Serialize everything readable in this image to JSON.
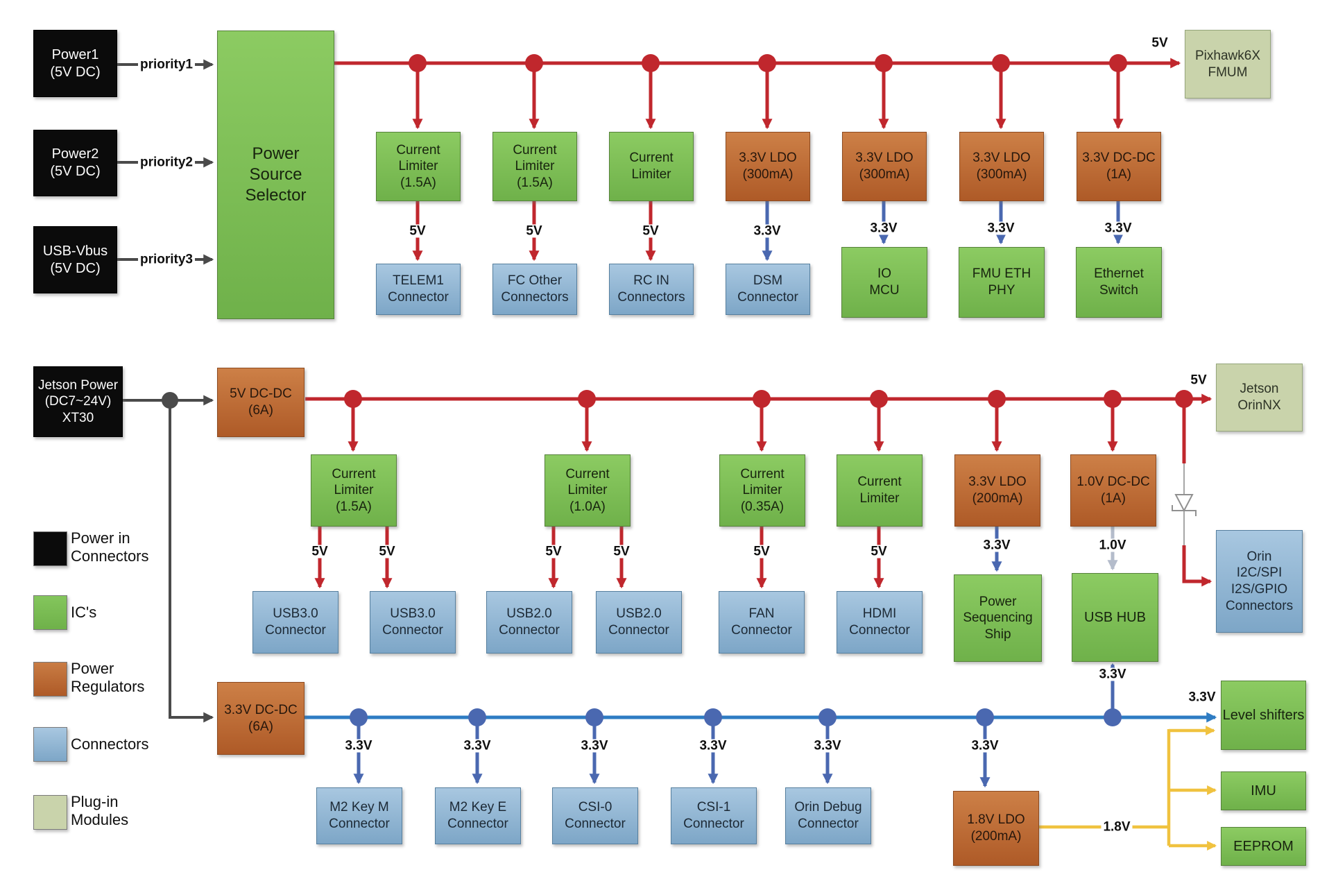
{
  "diagram": {
    "nodes": {
      "power1": "Power1\n(5V DC)",
      "power2": "Power2\n(5V DC)",
      "usb_vbus": "USB-Vbus\n(5V DC)",
      "selector": "Power\nSource\nSelector",
      "cl_15": "Current\nLimiter\n(1.5A)",
      "cl_10": "Current\nLimiter\n(1.0A)",
      "cl_035": "Current\nLimiter\n(0.35A)",
      "cl_plain": "Current\nLimiter",
      "ldo33_300": "3.3V LDO\n(300mA)",
      "dcdc33_1": "3.3V DC-DC\n(1A)",
      "telem1": "TELEM1\nConnector",
      "fc_other": "FC Other\nConnectors",
      "rc_in": "RC IN\nConnectors",
      "dsm": "DSM\nConnector",
      "io_mcu": "IO\nMCU",
      "fmu_eth": "FMU ETH\nPHY",
      "eth_switch": "Ethernet\nSwitch",
      "pixhawk": "Pixhawk6X\nFMUM",
      "jetson_power": "Jetson Power\n(DC7~24V)\nXT30",
      "dcdc5_6": "5V DC-DC\n(6A)",
      "ldo33_200": "3.3V LDO\n(200mA)",
      "dcdc10_1": "1.0V DC-DC\n(1A)",
      "usb3": "USB3.0\nConnector",
      "usb2": "USB2.0\nConnector",
      "fan": "FAN\nConnector",
      "hdmi": "HDMI\nConnector",
      "pss": "Power\nSequencing\nShip",
      "usb_hub": "USB HUB",
      "jetson_orin": "Jetson\nOrinNX",
      "orin_conn": "Orin\nI2C/SPI\nI2S/GPIO\nConnectors",
      "dcdc33_6": "3.3V DC-DC\n(6A)",
      "m2m": "M2 Key M\nConnector",
      "m2e": "M2 Key E\nConnector",
      "csi0": "CSI-0\nConnector",
      "csi1": "CSI-1\nConnector",
      "orin_debug": "Orin Debug\nConnector",
      "ldo18_200": "1.8V LDO\n(200mA)",
      "level_shifters": "Level shifters",
      "imu": "IMU",
      "eeprom": "EEPROM"
    },
    "volts": {
      "v5": "5V",
      "v33": "3.3V",
      "v10": "1.0V",
      "v18": "1.8V"
    },
    "priorities": {
      "p1": "priority1",
      "p2": "priority2",
      "p3": "priority3"
    },
    "legend": {
      "power_in": "Power in\nConnectors",
      "ics": "IC's",
      "regulators": "Power\nRegulators",
      "connectors": "Connectors",
      "modules": "Plug-in\nModules"
    },
    "colors": {
      "power_bus_5v": "#c0272d",
      "bus_3v3": "#2e7cc3",
      "arrow_3v3": "#4a68b0",
      "arrow_1v0": "#b4bccb",
      "wire_1v8": "#f0c23f",
      "wire_input": "#4a4a4a",
      "ic_green": "#7cc355",
      "regulator_orange": "#c4702f",
      "connector_blue": "#92b6d5",
      "module_green": "#c9d3ab",
      "power_in_black": "#0b0b0b"
    }
  }
}
